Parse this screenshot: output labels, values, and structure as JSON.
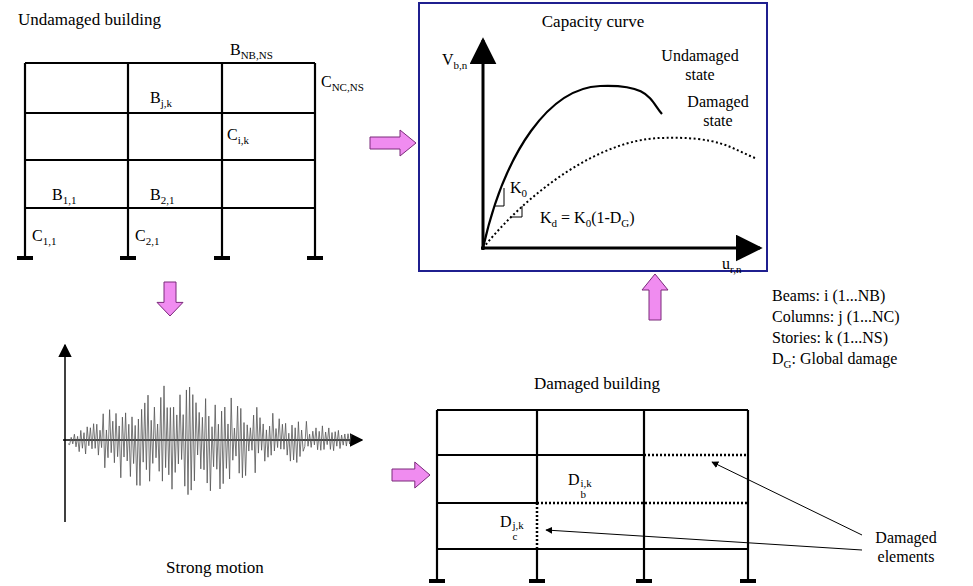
{
  "diagram": {
    "nodes": [
      {
        "text": [
          "Undamaged building"
        ]
      },
      {
        "text": [
          "Capacity curve"
        ]
      },
      {
        "text": [
          "Strong motion"
        ]
      },
      {
        "text": [
          "Damaged building"
        ]
      }
    ],
    "edges": [
      {
        "from": 0,
        "to": 1,
        "arrow": "to"
      },
      {
        "from": 0,
        "to": 2,
        "arrow": "to"
      },
      {
        "from": 2,
        "to": 3,
        "arrow": "to"
      },
      {
        "from": 3,
        "to": 1,
        "arrow": "to"
      }
    ],
    "labels": [
      "B",
      "NB,NS",
      "C",
      "NC,NS",
      "B",
      "j,k",
      "C",
      "i,k",
      "B",
      "1,1",
      "B",
      "2,1",
      "C",
      "1,1",
      "C",
      "2,1",
      "V",
      "b,n",
      "Undamaged state",
      "Damaged state",
      "K",
      "0",
      "K",
      "d",
      "= K",
      "0",
      "(1-D",
      "G",
      ")",
      "u",
      "r,n",
      "D",
      "i,k",
      "b",
      "D",
      "j,k",
      "c",
      "Beams: i (1...NB)",
      "Columns: j (1...NC)",
      "Stories: k (1...NS)",
      "D",
      "G",
      ": Global damage",
      "Damaged elements"
    ]
  }
}
